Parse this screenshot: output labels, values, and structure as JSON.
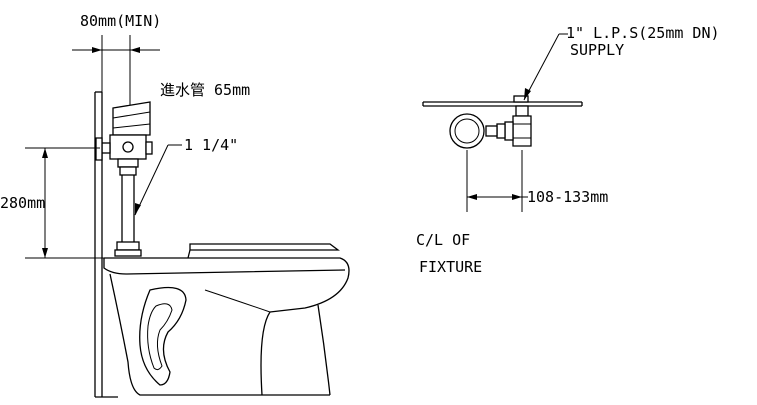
{
  "labels": {
    "min_width": "80mm(MIN)",
    "inlet_pipe": "進水管 65mm",
    "pipe_size": "1 1/4\"",
    "height": "280mm",
    "supply_line1": "1\" L.P.S(25mm DN)",
    "supply_line2": "SUPPLY",
    "offset": "108-133mm",
    "centerline_line1": "C/L OF",
    "centerline_line2": "FIXTURE"
  }
}
